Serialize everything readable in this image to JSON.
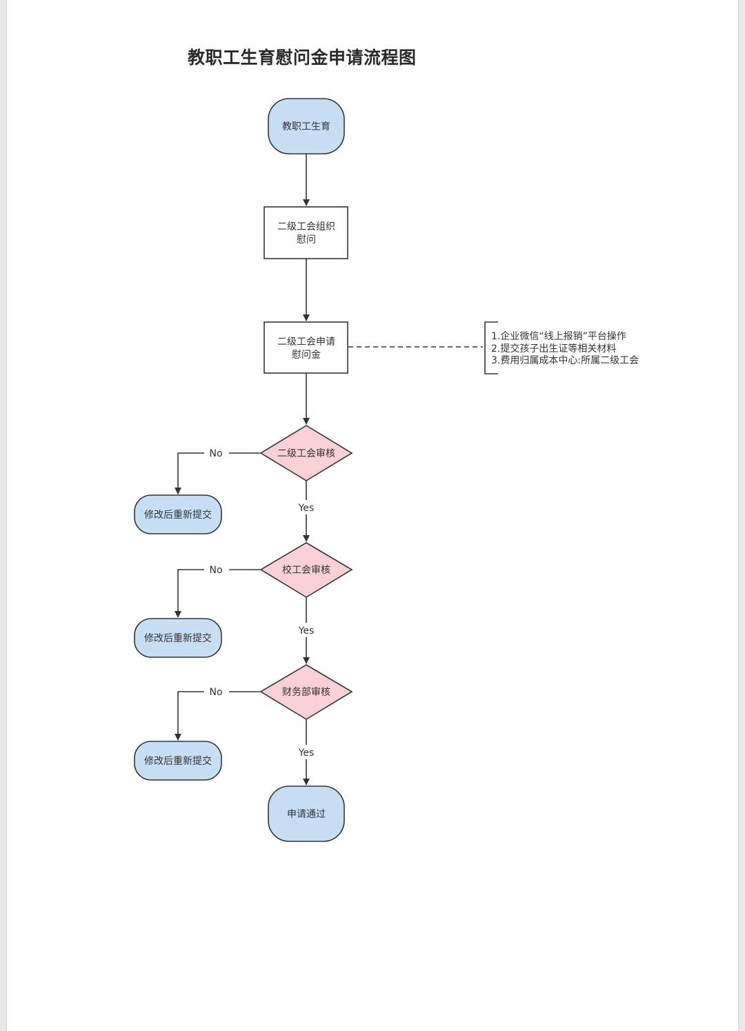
{
  "title": "教职工生育慰问金申请流程图",
  "colors": {
    "terminal_fill": "#c6dff5",
    "decision_fill": "#f8d0d6",
    "process_fill": "#ffffff",
    "stroke": "#333333"
  },
  "nodes": {
    "start": "教职工生育",
    "organize": [
      "二级工会组织",
      "慰问"
    ],
    "apply": [
      "二级工会申请",
      "慰问金"
    ],
    "review1": "二级工会审核",
    "review2": "校工会审核",
    "review3": "财务部审核",
    "resubmit1": "修改后重新提交",
    "resubmit2": "修改后重新提交",
    "resubmit3": "修改后重新提交",
    "end": "申请通过"
  },
  "edge_labels": {
    "no1": "No",
    "no2": "No",
    "no3": "No",
    "yes1": "Yes",
    "yes2": "Yes",
    "yes3": "Yes"
  },
  "note": {
    "lines": [
      "1.企业微信“线上报销”平台操作",
      "2.提交孩子出生证等相关材料",
      "3.费用归属成本中心:所属二级工会"
    ]
  }
}
